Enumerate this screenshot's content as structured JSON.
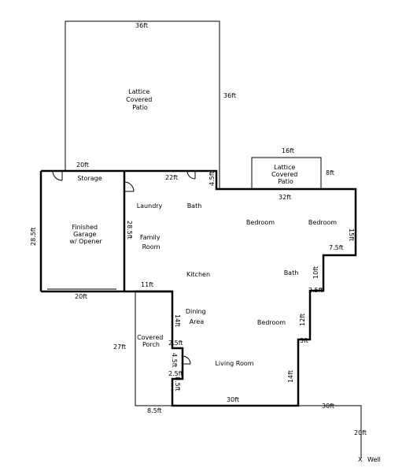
{
  "colors": {
    "wall": "#000000",
    "thin": "#000000",
    "fill": "#ffffff"
  },
  "dimensions": {
    "patio_top": "36ft",
    "patio_right": "36ft",
    "patio_bottom": "20ft",
    "small_patio_top": "16ft",
    "small_patio_right": "8ft",
    "storage_right": "22ft",
    "storage_step": "4.5ft",
    "house_top": "32ft",
    "house_right": "15ft",
    "right_jog": "7.5ft",
    "right_lower": "10ft",
    "right_step": "2.5ft",
    "right_mid": "12ft",
    "right_jog2": "3ft",
    "right_bottom": "14ft",
    "garage_left": "28.5ft",
    "garage_bottom": "20ft",
    "interior_wall": "28.5ft",
    "ell_top": "11ft",
    "ell_left": "27ft",
    "porch_vertical": "14ft",
    "porch_step": "2.5ft",
    "porch_inset": "4.5ft",
    "porch_small": "2.5ft",
    "porch_lower": "8.5ft",
    "porch_bottom": "8.5ft",
    "house_bottom": "30ft",
    "line_to_well": "30ft",
    "well_drop": "20ft"
  },
  "rooms": {
    "lattice_patio": [
      "Lattice",
      "Covered",
      "Patio"
    ],
    "lattice_patio_small": [
      "Lattice",
      "Covered",
      "Patio"
    ],
    "storage": "Storage",
    "laundry": "Laundry",
    "bath_upper": "Bath",
    "bedroom_a": "Bedroom",
    "bedroom_b": "Bedroom",
    "garage": [
      "Finished",
      "Garage",
      "w/ Opener"
    ],
    "family_room": [
      "Family",
      "Room"
    ],
    "kitchen": "Kitchen",
    "bath_lower": "Bath",
    "dining": [
      "Dining",
      "Area"
    ],
    "bedroom_c": "Bedroom",
    "covered_porch": [
      "Covered",
      "Porch"
    ],
    "living_room": "Living Room"
  },
  "well": {
    "marker": "X",
    "label": "Well"
  }
}
